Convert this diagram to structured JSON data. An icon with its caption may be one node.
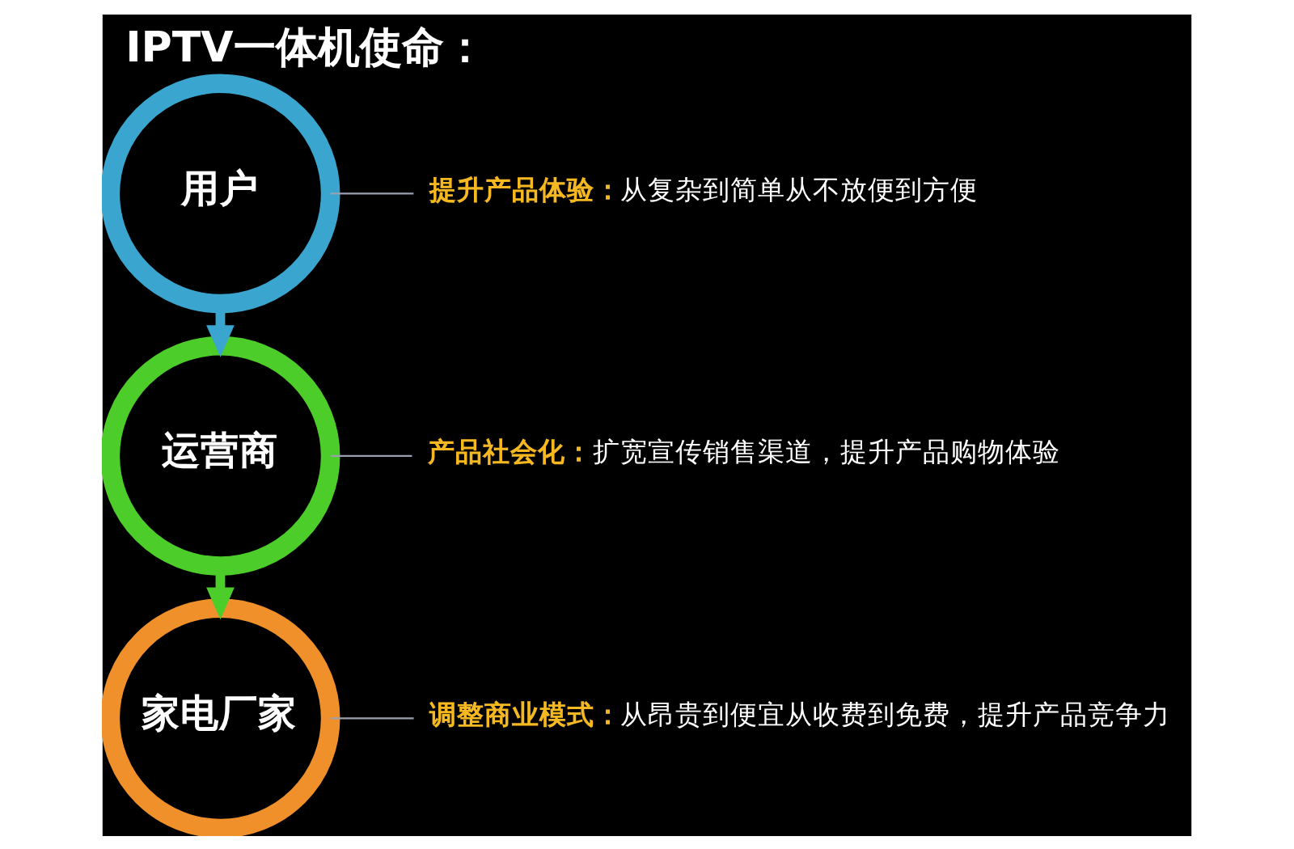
{
  "diagram": {
    "title": "IPTV一体机使命：",
    "nodes": [
      {
        "text": [
          "用户"
        ]
      },
      {
        "text": [
          "提升产品体验：",
          "从复杂到简单从不放便到方便"
        ]
      },
      {
        "text": [
          "运营商"
        ]
      },
      {
        "text": [
          "产品社会化：",
          "扩宽宣传销售渠道，提升产品购物体验"
        ]
      },
      {
        "text": [
          "家电厂家"
        ]
      },
      {
        "text": [
          "调整商业模式：",
          "从昂贵到便宜从收费到免费，提升产品竞争力"
        ]
      }
    ],
    "edges": [
      {
        "from": 0,
        "to": 2,
        "arrow": "to",
        "style": "thick",
        "color": "#3aa6d0"
      },
      {
        "from": 2,
        "to": 4,
        "arrow": "to",
        "style": "thick",
        "color": "#4ccd2a"
      },
      {
        "from": 0,
        "to": 1,
        "arrow": "none"
      },
      {
        "from": 2,
        "to": 3,
        "arrow": "none"
      },
      {
        "from": 4,
        "to": 5,
        "arrow": "none"
      }
    ]
  }
}
